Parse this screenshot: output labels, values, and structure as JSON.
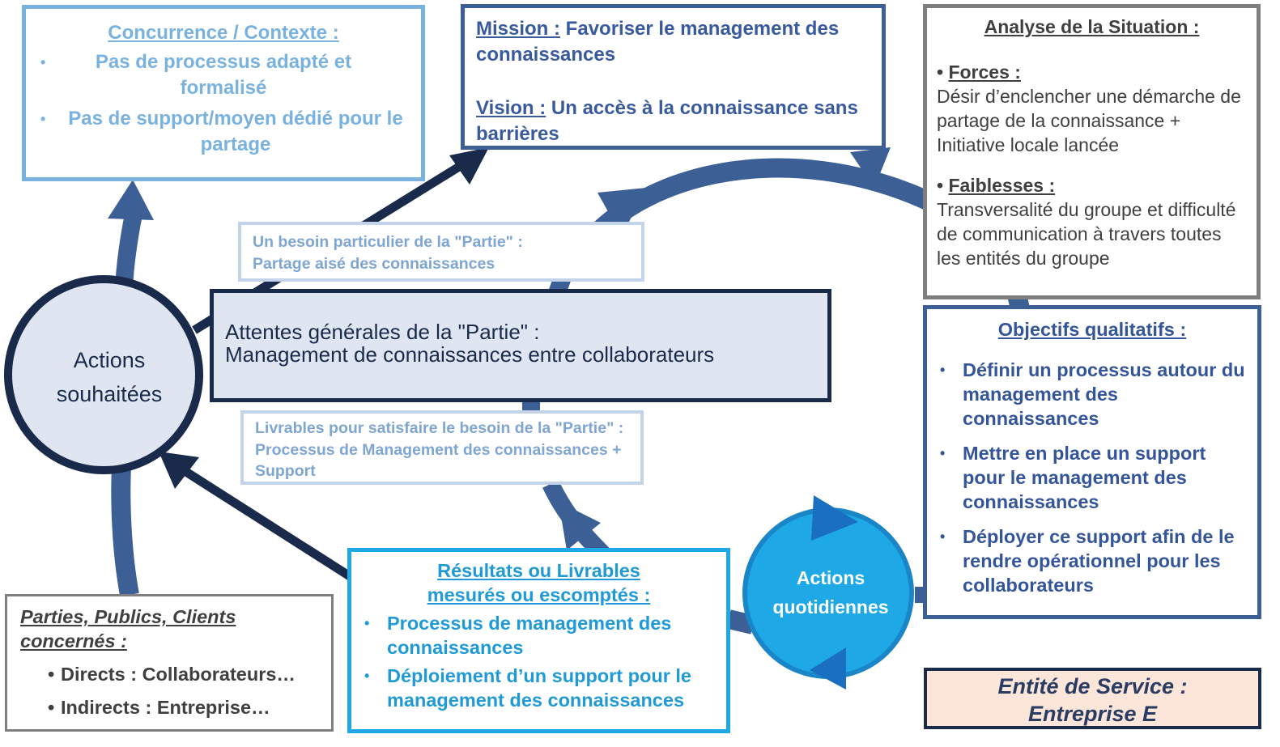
{
  "colors": {
    "navy": "#1a2a4a",
    "steel_blue": "#3c5f96",
    "light_blue": "#7ab2df",
    "bright_blue": "#1ea9e6",
    "grey_border": "#7f7f7f",
    "pale_fill": "#dfe6f2",
    "peach_fill": "#fbe6d9"
  },
  "concurrence": {
    "title": "Concurrence / Contexte :",
    "items": [
      "Pas de processus adapté et formalisé",
      "Pas de support/moyen dédié pour le partage"
    ]
  },
  "mission": {
    "mission_label": "Mission :",
    "mission_text": " Favoriser le management des connaissances",
    "vision_label": "Vision :",
    "vision_text": " Un accès à la connaissance sans barrières"
  },
  "analyse": {
    "title": "Analyse de la Situation :",
    "forces_bullet": "• ",
    "forces_label": "Forces :",
    "forces_text": "Désir d’enclencher une démarche de partage de la connaissance + Initiative locale lancée",
    "faiblesses_bullet": "• ",
    "faiblesses_label": "Faiblesses :",
    "faiblesses_text": "Transversalité du groupe et difficulté de communication à travers toutes les entités du groupe"
  },
  "besoin": {
    "line1": "Un besoin particulier de la \"Partie\" :",
    "line2": "Partage aisé des connaissances"
  },
  "attentes": {
    "line1": "Attentes générales de la \"Partie\" :",
    "line2": "Management de connaissances entre collaborateurs"
  },
  "actions_souhaitees": {
    "line1": "Actions",
    "line2": "souhaitées"
  },
  "livrables": {
    "text": "Livrables pour satisfaire le besoin de la \"Partie\" : Processus de Management des connaissances + Support"
  },
  "objectifs": {
    "title": "Objectifs qualitatifs :",
    "items": [
      "Définir un processus autour du management des connaissances",
      "Mettre en place un support pour le management des connaissances",
      "Déployer ce support afin de le rendre opérationnel pour les collaborateurs"
    ]
  },
  "resultats": {
    "title_line1": "Résultats ou Livrables",
    "title_line2": "mesurés ou escomptés :",
    "items": [
      "Processus de management des connaissances",
      "Déploiement d’un support pour le management des connaissances"
    ]
  },
  "actions_quotidiennes": {
    "line1": "Actions",
    "line2": "quotidiennes"
  },
  "parties": {
    "title": "Parties, Publics, Clients concernés :",
    "items": [
      "Directs : Collaborateurs…",
      "Indirects : Entreprise…"
    ]
  },
  "entite": {
    "line1": "Entité de Service :",
    "line2": "Entreprise E"
  }
}
